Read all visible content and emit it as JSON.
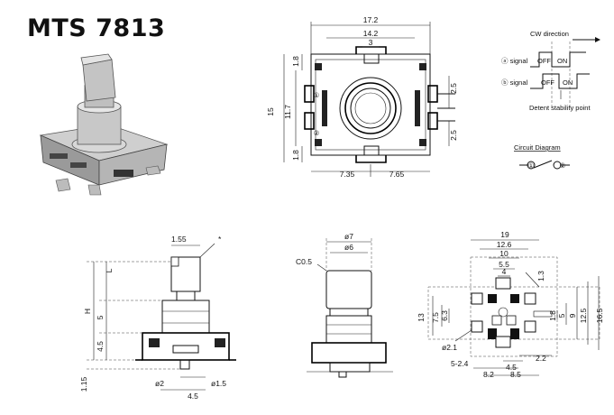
{
  "title": "MTS 7813",
  "top_view": {
    "width": "17.2",
    "inner_width": "14.2",
    "slot": "3",
    "height": "15",
    "inner_height": "11.7",
    "top_offset": "1.8",
    "bottom_offset": "1.8",
    "left_half": "7.35",
    "right_half": "7.65",
    "pin_pitch_top": "2.5",
    "pin_pitch_bottom": "2.5",
    "pin1": "①",
    "pin2": "②"
  },
  "signal_chart": {
    "direction_label": "CW direction",
    "a_label": "ⓐ signal",
    "b_label": "ⓑ signal",
    "off": "OFF",
    "on": "ON",
    "detent_label": "Detent stability point"
  },
  "circuit": {
    "label": "Circuit Diagram",
    "node1": "①",
    "node2": "②"
  },
  "side_view": {
    "shaft_offset": "1.55",
    "star": "*",
    "l_label": "L",
    "h_label": "H",
    "body_height": "5",
    "base_height": "4.5",
    "pin_drop": "1.15",
    "hole_dia": "ø2",
    "pin_dia": "ø1.5",
    "pin_spacing": "4.5"
  },
  "front_view": {
    "outer_dia": "ø7",
    "inner_dia": "ø6",
    "chamfer": "C0.5"
  },
  "pcb_layout": {
    "w19": "19",
    "w12_6": "12.6",
    "w10": "10",
    "w5_5": "5.5",
    "w4": "4",
    "d1_3": "1.3",
    "h13": "13",
    "h7_5": "7.5",
    "h6_3": "6.3",
    "h1_8": "1.8",
    "h5": "5",
    "h9": "9",
    "h12_5": "12.5",
    "h16_5": "16.5",
    "hole": "ø2.1",
    "slot5_2_4": "5-2.4",
    "b8_2": "8.2",
    "b4_5": "4.5",
    "b8_5": "8.5",
    "b2_2": "2.2"
  }
}
